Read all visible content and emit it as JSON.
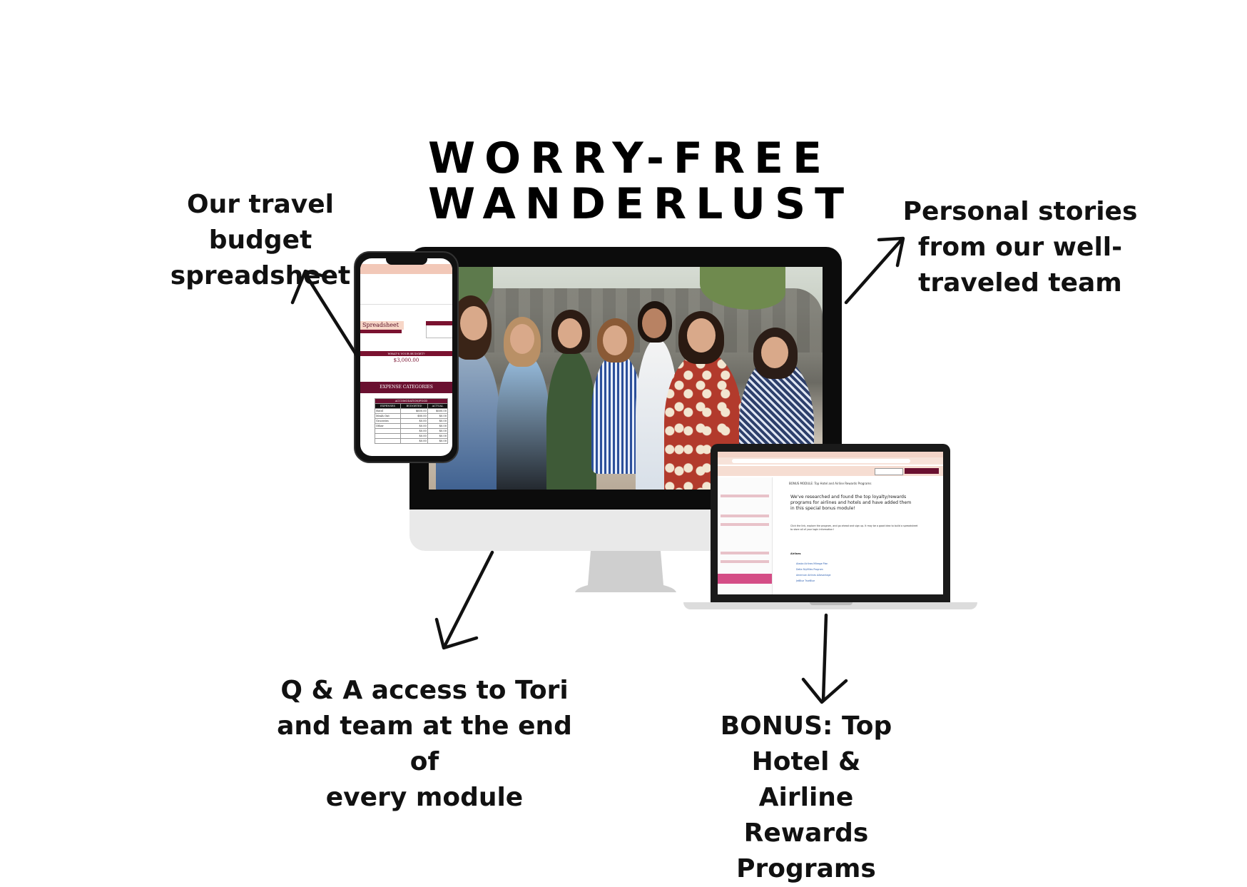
{
  "title": {
    "line1": "WORRY-FREE",
    "line2": "WANDERLUST"
  },
  "callouts": {
    "budget": "Our travel budget\nspreadsheet",
    "stories": "Personal stories\nfrom our well-\ntraveled team",
    "qa": "Q & A access to Tori\nand team at the end of\nevery module",
    "bonus": "BONUS: Top\nHotel & Airline\nRewards\nPrograms"
  },
  "phone_spreadsheet": {
    "sheet_label": "Spreadsheet",
    "budget_heading": "WHAT'S YOUR BUDGET?",
    "budget_value": "$3,000.00",
    "expense_heading": "EXPENSE CATEGORIES",
    "table_title": "ACCOMODATION/FOOD",
    "columns": [
      "EXPENSES",
      "BUDGETED",
      "ACTUAL"
    ],
    "rows": [
      [
        "Hotel",
        "$600.00",
        "$600.00"
      ],
      [
        "Meals Out",
        "$80.00",
        "$0.00"
      ],
      [
        "Groceries",
        "$0.00",
        "$0.00"
      ],
      [
        "Other",
        "$0.00",
        "$0.00"
      ],
      [
        "",
        "$0.00",
        "$0.00"
      ],
      [
        "",
        "$0.00",
        "$0.00"
      ],
      [
        "",
        "$0.00",
        "$0.00"
      ]
    ]
  },
  "laptop_course": {
    "module_title": "BONUS MODULE: Top Hotel and Airline Rewards Programs",
    "lead": "We've researched and found the top loyalty/rewards programs for airlines and hotels and have added them in this special bonus module!",
    "body1": "Click the link, explore the program, and go ahead and sign up. It may be a good idea to build a spreadsheet to store all of your login information!",
    "airlines_heading": "Airlines",
    "links": [
      "Alaska Airlines Mileage Plan",
      "Delta SkyMiles Program",
      "American Airlines AAdvantage",
      "JetBlue TrueBlue"
    ]
  },
  "colors": {
    "accent_burgundy": "#6a1030",
    "accent_pink": "#d44d86",
    "peach": "#f2c8b8"
  }
}
